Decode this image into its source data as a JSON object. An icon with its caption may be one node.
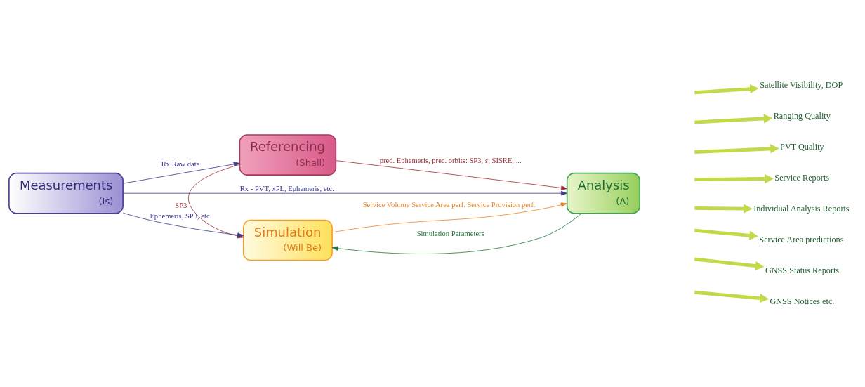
{
  "diagram": {
    "nodes": [
      {
        "text": [
          "Referencing",
          "(Shall)"
        ]
      },
      {
        "text": [
          "Measurements",
          "(Is)"
        ]
      },
      {
        "text": [
          "Analysis",
          "(Δ)"
        ]
      },
      {
        "text": [
          "Simulation",
          "(Will Be)"
        ]
      },
      {
        "text": [
          "Satellite Visibility, DOP"
        ]
      },
      {
        "text": [
          "Ranging Quality"
        ]
      },
      {
        "text": [
          "PVT Quality"
        ]
      },
      {
        "text": [
          "Service Reports"
        ]
      },
      {
        "text": [
          "Individual Analysis Reports"
        ]
      },
      {
        "text": [
          "Service Area predictions"
        ]
      },
      {
        "text": [
          "GNSS Status Reports"
        ]
      },
      {
        "text": [
          "GNSS Notices etc."
        ]
      }
    ],
    "edges": [
      {
        "from": 1,
        "to": 0,
        "arrow": "to",
        "label": "Rx Raw data",
        "color": "#3b3a8e"
      },
      {
        "from": 0,
        "to": 2,
        "arrow": "to",
        "label": "pred. Ephemeris, prec. orbits: SP3, ε, SISRE, ...",
        "color": "#9e2f35"
      },
      {
        "from": 0,
        "to": 3,
        "arrow": "to",
        "label": "SP3",
        "color": "#9e2f35"
      },
      {
        "from": 1,
        "to": 2,
        "arrow": "to",
        "label": "Rx - PVT, xPL, Ephemeris, etc.",
        "color": "#3b3a8e"
      },
      {
        "from": 1,
        "to": 3,
        "arrow": "to",
        "label": "Ephemeris, SP3, etc.",
        "color": "#3b3a8e"
      },
      {
        "from": 3,
        "to": 2,
        "arrow": "to",
        "label": "Service Volume Service Area perf. Service Provision perf.",
        "color": "#e8862a"
      },
      {
        "from": 2,
        "to": 3,
        "arrow": "to",
        "label": "Simulation Parameters",
        "color": "#237a3c"
      },
      {
        "from": null,
        "to": 4,
        "arrow": "to",
        "color": "#c2d94a"
      },
      {
        "from": null,
        "to": 5,
        "arrow": "to",
        "color": "#c2d94a"
      },
      {
        "from": null,
        "to": 6,
        "arrow": "to",
        "color": "#c2d94a"
      },
      {
        "from": null,
        "to": 7,
        "arrow": "to",
        "color": "#c2d94a"
      },
      {
        "from": null,
        "to": 8,
        "arrow": "to",
        "color": "#c2d94a"
      },
      {
        "from": null,
        "to": 9,
        "arrow": "to",
        "color": "#c2d94a"
      },
      {
        "from": null,
        "to": 10,
        "arrow": "to",
        "color": "#c2d94a"
      },
      {
        "from": null,
        "to": 11,
        "arrow": "to",
        "color": "#c2d94a"
      }
    ]
  }
}
